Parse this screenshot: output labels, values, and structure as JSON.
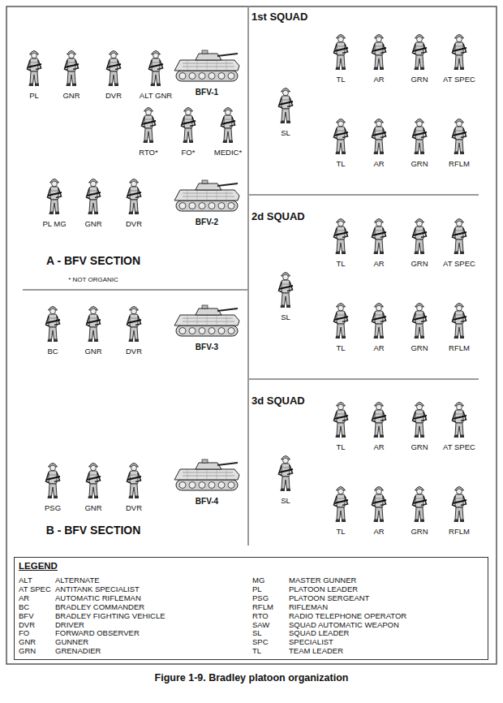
{
  "diagram": {
    "caption": "Figure 1-9. Bradley platoon organization",
    "nodes": [
      {
        "text": [
          "A - BFV SECTION",
          "* NOT ORGANIC"
        ]
      },
      {
        "text": [
          "B - BFV SECTION"
        ]
      },
      {
        "text": [
          "1st SQUAD"
        ]
      },
      {
        "text": [
          "2d SQUAD"
        ]
      },
      {
        "text": [
          "3d SQUAD"
        ]
      },
      {
        "text": [
          "LEGEND"
        ]
      }
    ],
    "labels": [
      "PL",
      "GNR",
      "DVR",
      "ALT GNR",
      "BFV-1",
      "RTO*",
      "FO*",
      "MEDIC*",
      "PL MG",
      "GNR",
      "DVR",
      "BFV-2",
      "BC",
      "GNR",
      "DVR",
      "BFV-3",
      "PSG",
      "GNR",
      "DVR",
      "BFV-4",
      "TL",
      "AR",
      "GRN",
      "AT SPEC",
      "SL",
      "TL",
      "AR",
      "GRN",
      "RFLM",
      "TL",
      "AR",
      "GRN",
      "AT SPEC",
      "SL",
      "TL",
      "AR",
      "GRN",
      "RFLM",
      "TL",
      "AR",
      "GRN",
      "AT SPEC",
      "SL",
      "TL",
      "AR",
      "GRN",
      "RFLM",
      "ALT",
      "ALTERNATE",
      "AT SPEC",
      "ANTITANK SPECIALIST",
      "AR",
      "AUTOMATIC RIFLEMAN",
      "BC",
      "BRADLEY COMMANDER",
      "BFV",
      "BRADLEY FIGHTING VEHICLE",
      "DVR",
      "DRIVER",
      "FO",
      "FORWARD OBSERVER",
      "GNR",
      "GUNNER",
      "GRN",
      "GRENADIER",
      "MG",
      "MASTER GUNNER",
      "PL",
      "PLATOON LEADER",
      "PSG",
      "PLATOON SERGEANT",
      "RFLM",
      "RIFLEMAN",
      "RTO",
      "RADIO TELEPHONE OPERATOR",
      "SAW",
      "SQUAD AUTOMATIC WEAPON",
      "SL",
      "SQUAD LEADER",
      "SPC",
      "SPECIALIST",
      "TL",
      "TEAM LEADER"
    ]
  }
}
